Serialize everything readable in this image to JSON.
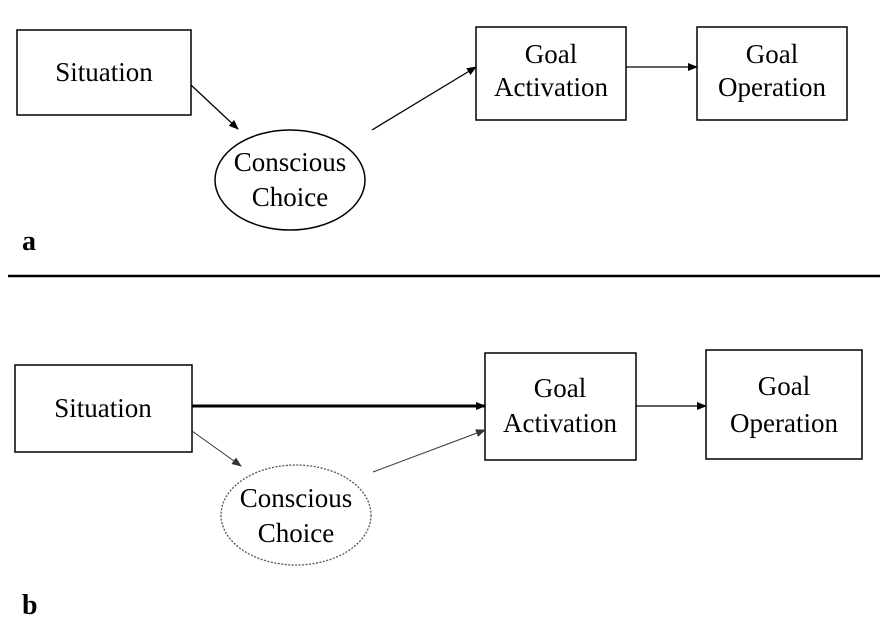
{
  "panels": [
    {
      "label": "a",
      "situation": "Situation",
      "choice_line1": "Conscious",
      "choice_line2": "Choice",
      "activation_line1": "Goal",
      "activation_line2": "Activation",
      "operation_line1": "Goal",
      "operation_line2": "Operation"
    },
    {
      "label": "b",
      "situation": "Situation",
      "choice_line1": "Conscious",
      "choice_line2": "Choice",
      "activation_line1": "Goal",
      "activation_line2": "Activation",
      "operation_line1": "Goal",
      "operation_line2": "Operation"
    }
  ],
  "colors": {
    "stroke": "#000000",
    "background": "#ffffff",
    "dotted_stroke": "#555555"
  }
}
